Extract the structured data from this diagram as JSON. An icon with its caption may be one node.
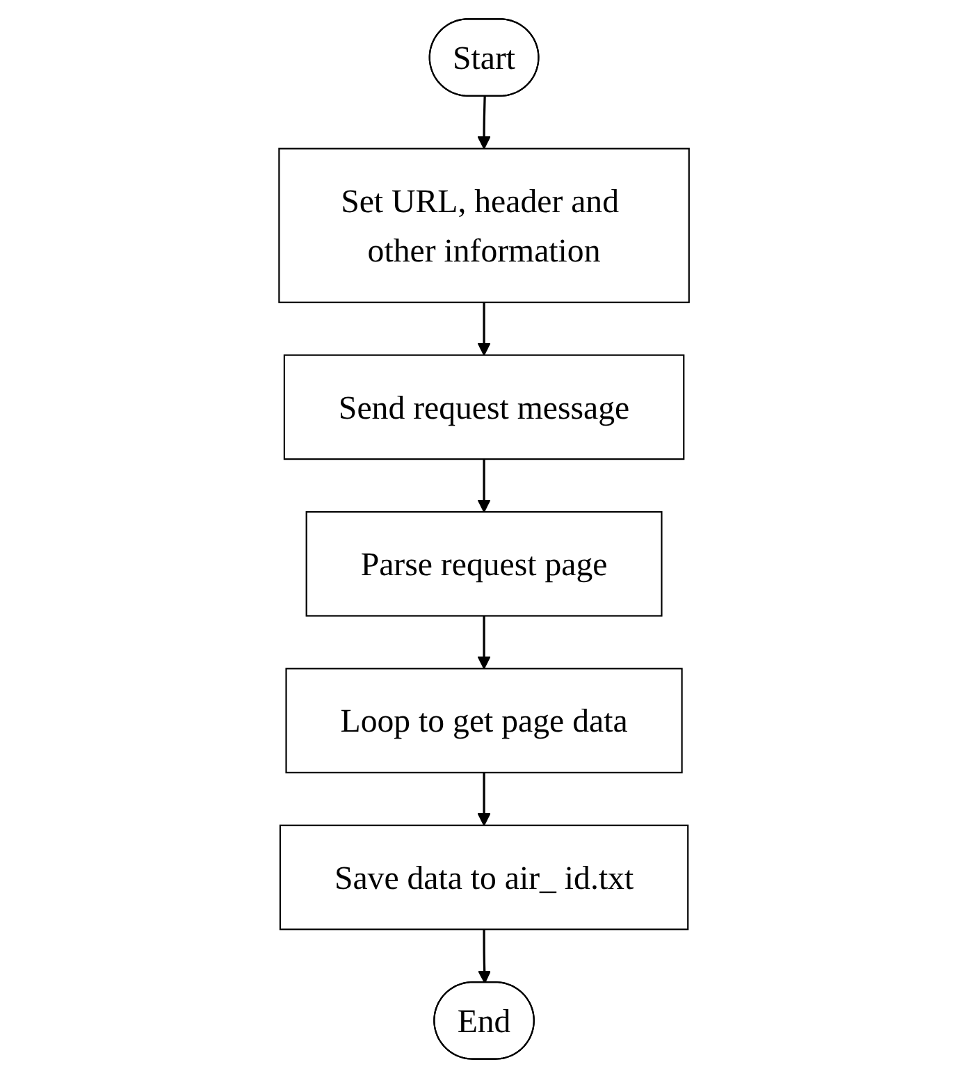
{
  "diagram": {
    "nodes": [
      {
        "text": [
          "Start"
        ]
      },
      {
        "text": [
          "Set URL, header and other information"
        ]
      },
      {
        "text": [
          "Send request message"
        ]
      },
      {
        "text": [
          "Parse request page"
        ]
      },
      {
        "text": [
          "Loop to get page data"
        ]
      },
      {
        "text": [
          "Save data to air_ id.txt"
        ]
      },
      {
        "text": [
          "End"
        ]
      }
    ],
    "edges": [
      {
        "from": 0,
        "to": 1,
        "arrow": "to"
      },
      {
        "from": 1,
        "to": 2,
        "arrow": "to"
      },
      {
        "from": 2,
        "to": 3,
        "arrow": "to"
      },
      {
        "from": 3,
        "to": 4,
        "arrow": "to"
      },
      {
        "from": 4,
        "to": 5,
        "arrow": "to"
      },
      {
        "from": 5,
        "to": 6,
        "arrow": "to"
      }
    ]
  }
}
